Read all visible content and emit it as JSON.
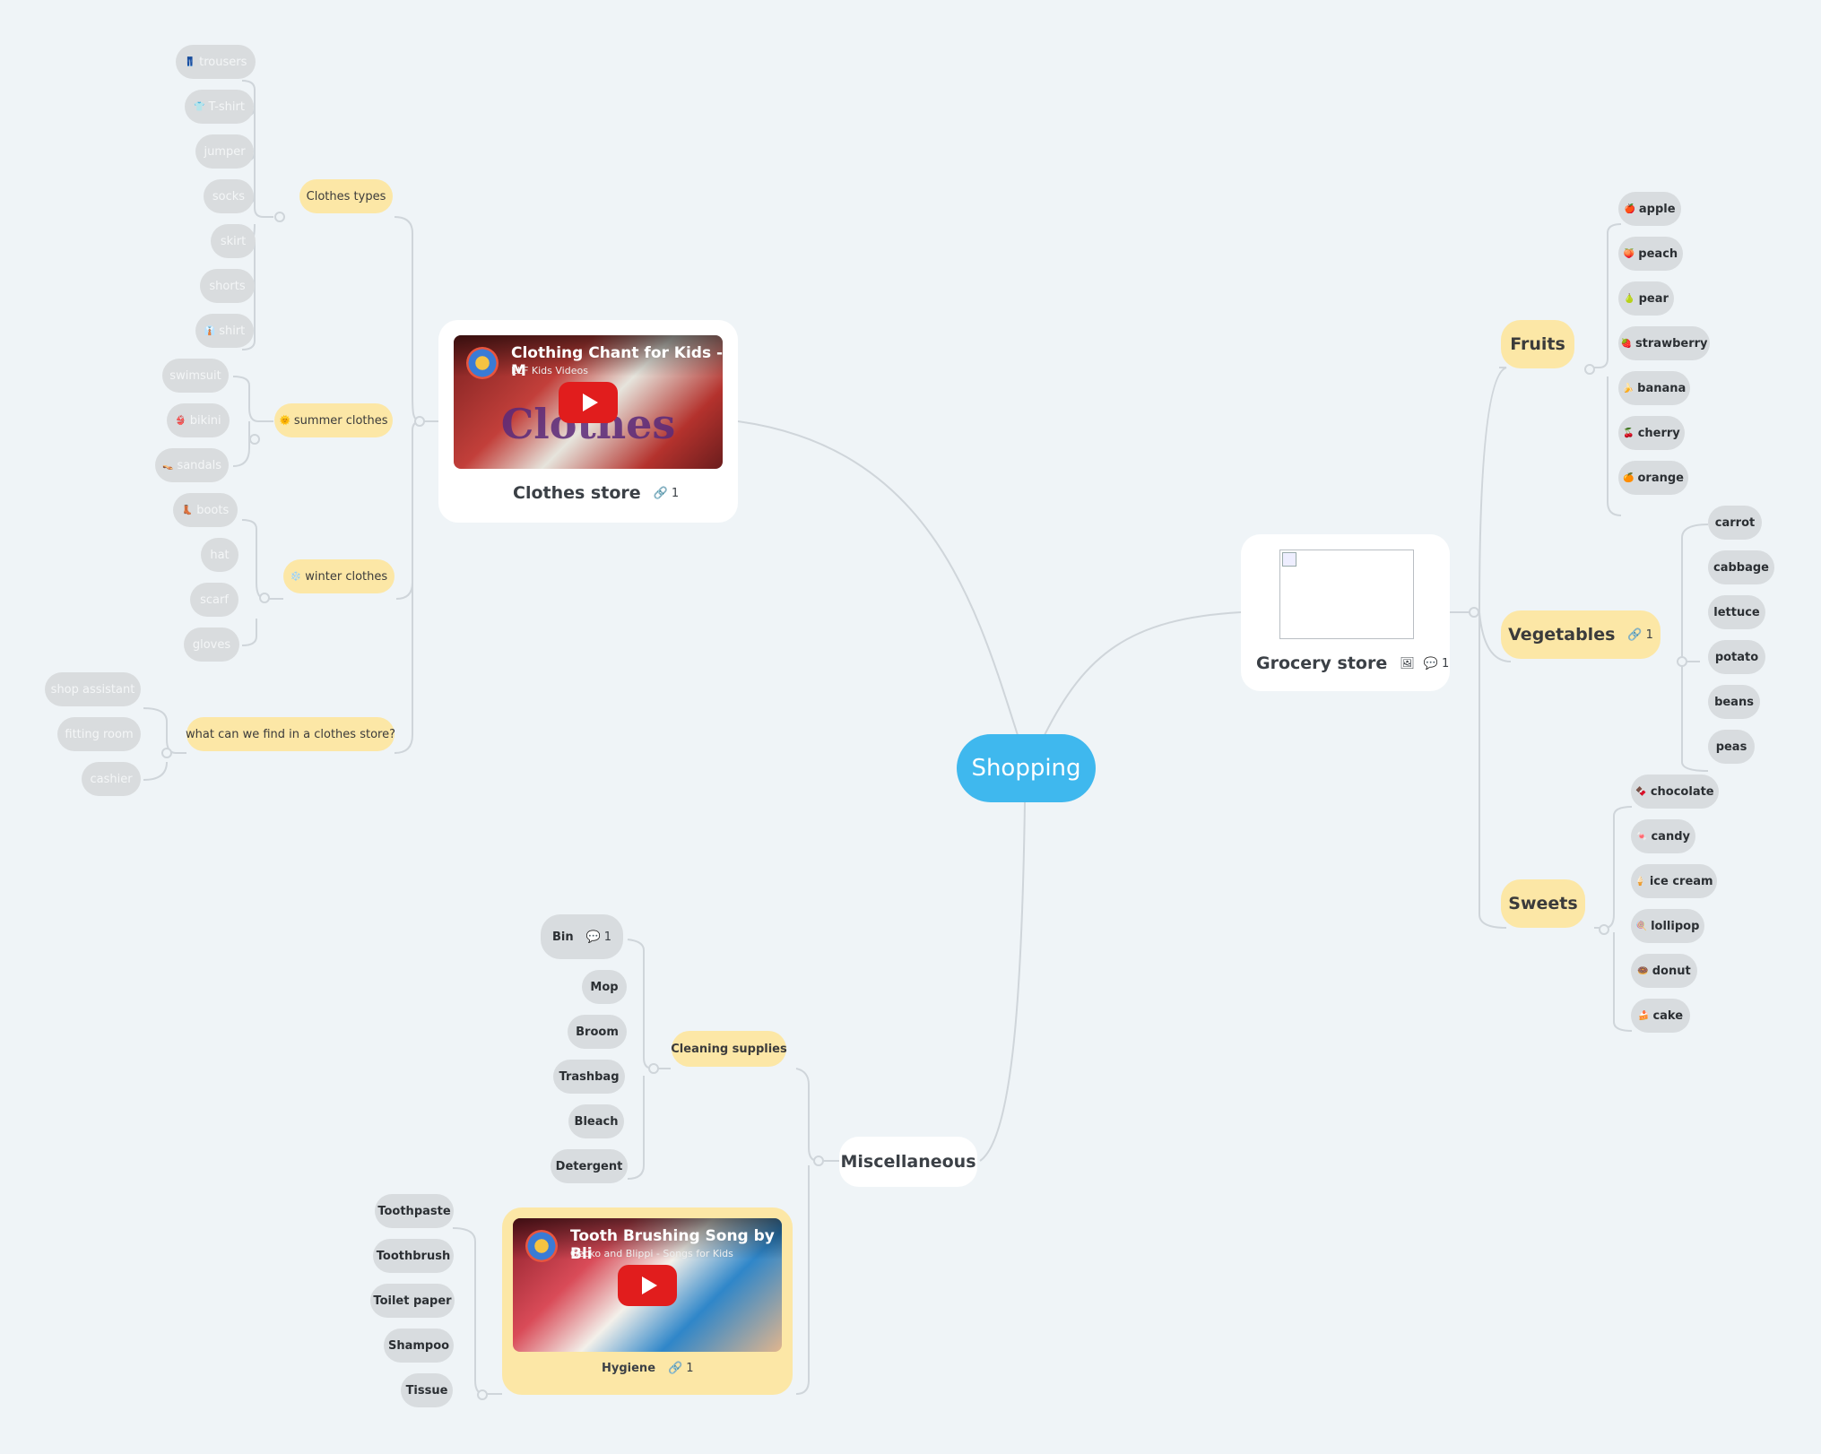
{
  "root": {
    "label": "Shopping"
  },
  "clothes_store": {
    "title": "Clothes store",
    "link_count": "1",
    "video": {
      "title": "Clothing Chant for Kids - M",
      "channel": "ELF Kids Videos",
      "thumb_text": "Clothes"
    },
    "clothes_types": {
      "label": "Clothes types",
      "items": [
        {
          "emoji": "👖",
          "label": "trousers"
        },
        {
          "emoji": "👕",
          "label": "T-shirt"
        },
        {
          "emoji": "",
          "label": "jumper"
        },
        {
          "emoji": "",
          "label": "socks"
        },
        {
          "emoji": "",
          "label": "skirt"
        },
        {
          "emoji": "",
          "label": "shorts"
        },
        {
          "emoji": "👔",
          "label": "shirt"
        }
      ]
    },
    "summer_clothes": {
      "emoji": "🌞",
      "label": "summer clothes",
      "items": [
        {
          "emoji": "",
          "label": "swimsuit"
        },
        {
          "emoji": "👙",
          "label": "bikini"
        },
        {
          "emoji": "👡",
          "label": "sandals"
        }
      ]
    },
    "winter_clothes": {
      "emoji": "❄️",
      "label": "winter clothes",
      "items": [
        {
          "emoji": "👢",
          "label": "boots"
        },
        {
          "emoji": "",
          "label": "hat"
        },
        {
          "emoji": "",
          "label": "scarf"
        },
        {
          "emoji": "",
          "label": "gloves"
        }
      ]
    },
    "clothes_store_question": {
      "label": "what can we find in a clothes store?",
      "items": [
        {
          "label": "shop assistant"
        },
        {
          "label": "fitting room"
        },
        {
          "label": "cashier"
        }
      ]
    }
  },
  "grocery_store": {
    "title": "Grocery store",
    "comment_count": "1",
    "fruits": {
      "label": "Fruits",
      "items": [
        {
          "emoji": "🍎",
          "label": "apple"
        },
        {
          "emoji": "🍑",
          "label": "peach"
        },
        {
          "emoji": "🍐",
          "label": "pear"
        },
        {
          "emoji": "🍓",
          "label": "strawberry"
        },
        {
          "emoji": "🍌",
          "label": "banana"
        },
        {
          "emoji": "🍒",
          "label": "cherry"
        },
        {
          "emoji": "🍊",
          "label": "orange"
        }
      ]
    },
    "vegetables": {
      "label": "Vegetables",
      "link_count": "1",
      "items": [
        {
          "label": "carrot"
        },
        {
          "label": "cabbage"
        },
        {
          "label": "lettuce"
        },
        {
          "label": "potato"
        },
        {
          "label": "beans"
        },
        {
          "label": "peas"
        }
      ]
    },
    "sweets": {
      "label": "Sweets",
      "items": [
        {
          "emoji": "🍫",
          "label": "chocolate"
        },
        {
          "emoji": "🍬",
          "label": "candy"
        },
        {
          "emoji": "🍦",
          "label": "ice cream"
        },
        {
          "emoji": "🍭",
          "label": "lollipop"
        },
        {
          "emoji": "🍩",
          "label": "donut"
        },
        {
          "emoji": "🍰",
          "label": "cake"
        }
      ]
    }
  },
  "miscellaneous": {
    "label": "Miscellaneous",
    "cleaning": {
      "label": "Cleaning supplies",
      "items": [
        {
          "label": "Bin",
          "comment_count": "1"
        },
        {
          "label": "Mop"
        },
        {
          "label": "Broom"
        },
        {
          "label": "Trashbag"
        },
        {
          "label": "Bleach"
        },
        {
          "label": "Detergent"
        }
      ]
    },
    "hygiene": {
      "label": "Hygiene",
      "link_count": "1",
      "video": {
        "title": "Tooth Brushing Song by Bli",
        "channel": "Gecko and Blippi - Songs for Kids"
      },
      "items": [
        {
          "label": "Toothpaste"
        },
        {
          "label": "Toothbrush"
        },
        {
          "label": "Toilet paper"
        },
        {
          "label": "Shampoo"
        },
        {
          "label": "Tissue"
        }
      ]
    }
  },
  "colors": {
    "root": "#3fb8ee",
    "subtopic": "#fce7a6",
    "leaf": "#d8dcdf",
    "connector": "#cfd5da",
    "background": "#eff4f7"
  }
}
